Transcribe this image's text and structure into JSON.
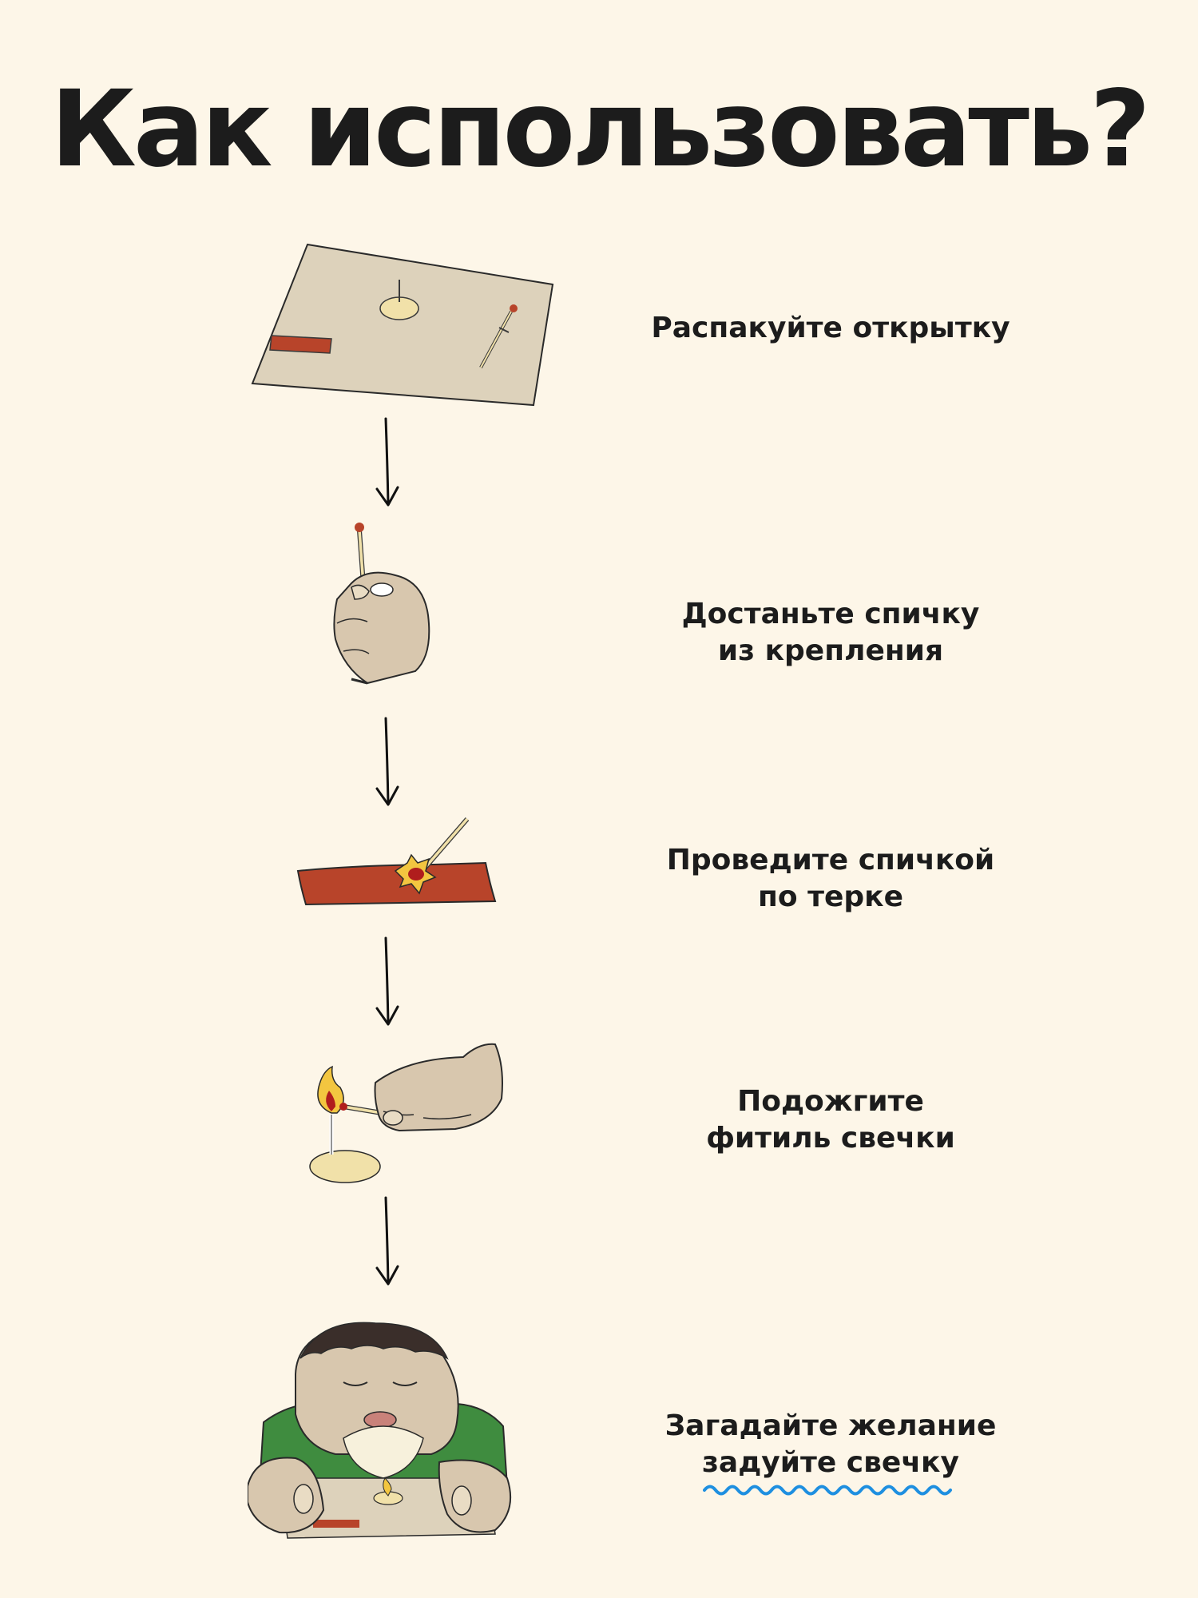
{
  "title": "Как использовать?",
  "steps": [
    {
      "lines": [
        "Распакуйте открытку"
      ],
      "illustration": "unfolded-card"
    },
    {
      "lines": [
        "Достаньте спичку",
        "из крепления"
      ],
      "illustration": "hand-holding-match"
    },
    {
      "lines": [
        "Проведите спичкой",
        "по терке"
      ],
      "illustration": "match-on-striker"
    },
    {
      "lines": [
        "Подожгите",
        "фитиль свечки"
      ],
      "illustration": "lighting-candle"
    },
    {
      "lines": [
        "Загадайте желание",
        "задуйте свечку"
      ],
      "illustration": "person-blowing-candle"
    }
  ],
  "colors": {
    "background": "#fdf6e8",
    "text": "#1c1c1c",
    "paper": "#ddd2bb",
    "striker": "#b8442a",
    "skin": "#d8c7ae",
    "wax": "#f1e1a9",
    "flame": "#f3c640",
    "underline": "#1e8fe0"
  }
}
